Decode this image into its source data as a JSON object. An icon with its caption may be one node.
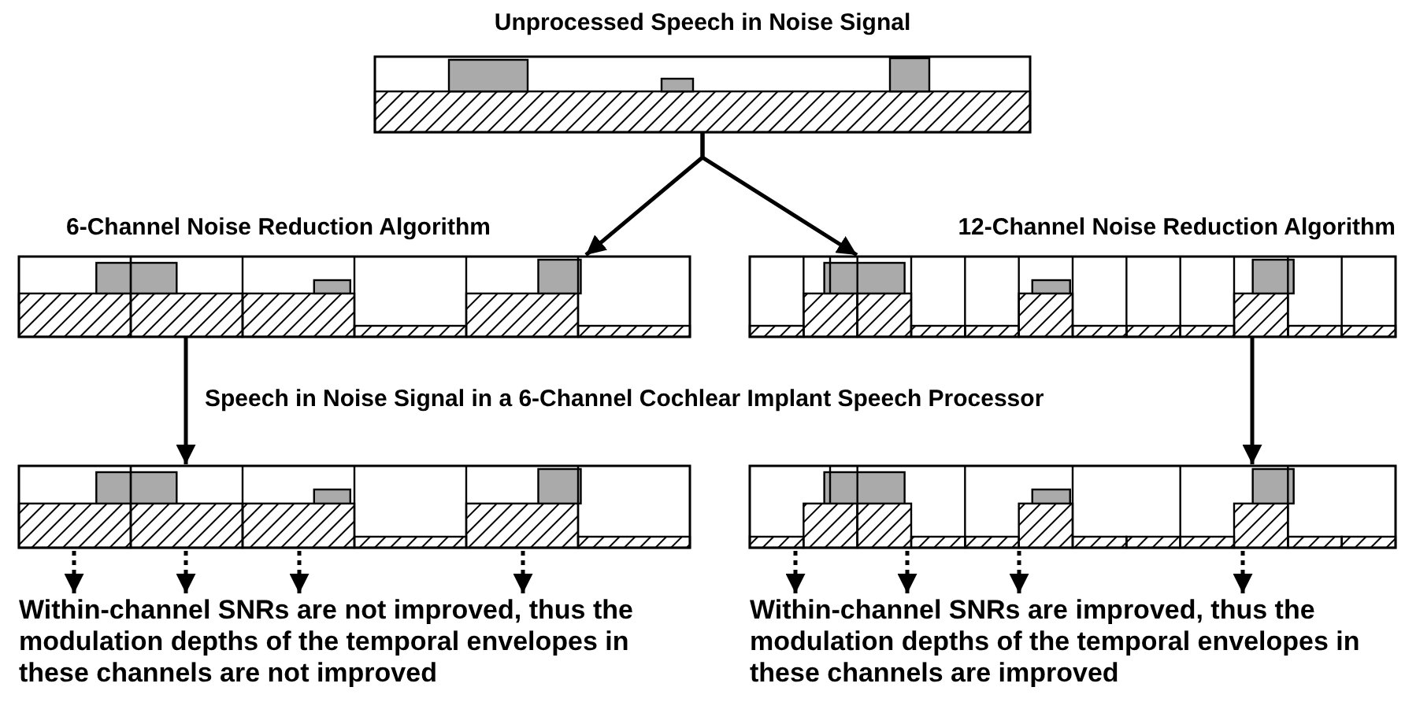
{
  "diagram": {
    "nodes": [
      {
        "text": [
          "Unprocessed Speech in Noise Signal"
        ]
      },
      {
        "text": [
          "6-Channel Noise Reduction Algorithm"
        ]
      },
      {
        "text": [
          "12-Channel Noise Reduction Algorithm"
        ]
      },
      {
        "text": [],
        "shape": "picture"
      },
      {
        "text": [],
        "shape": "picture"
      },
      {
        "text": [
          "Within-channel SNRs are not improved, thus the modulation depths of the temporal envelopes in these channels are not improved"
        ]
      },
      {
        "text": [
          "Within-channel SNRs are improved, thus the modulation depths of the temporal envelopes in these channels are improved"
        ]
      }
    ],
    "edges": [
      {
        "from": 0,
        "to": 1,
        "arrow": "to"
      },
      {
        "from": 0,
        "to": 2,
        "arrow": "to"
      },
      {
        "from": 1,
        "to": 3,
        "arrow": "to"
      },
      {
        "from": 2,
        "to": 4,
        "arrow": "to"
      },
      {
        "from": 3,
        "to": 5,
        "arrow": "to",
        "style": "dashed"
      },
      {
        "from": 3,
        "to": 5,
        "arrow": "to",
        "style": "dashed"
      },
      {
        "from": 3,
        "to": 5,
        "arrow": "to",
        "style": "dashed"
      },
      {
        "from": 3,
        "to": 5,
        "arrow": "to",
        "style": "dashed"
      },
      {
        "from": 4,
        "to": 6,
        "arrow": "to",
        "style": "dashed"
      },
      {
        "from": 4,
        "to": 6,
        "arrow": "to",
        "style": "dashed"
      },
      {
        "from": 4,
        "to": 6,
        "arrow": "to",
        "style": "dashed"
      },
      {
        "from": 4,
        "to": 6,
        "arrow": "to",
        "style": "dashed"
      }
    ],
    "labels": [
      "Speech in Noise Signal in a 6-Channel Cochlear Implant Speech Processor"
    ]
  }
}
